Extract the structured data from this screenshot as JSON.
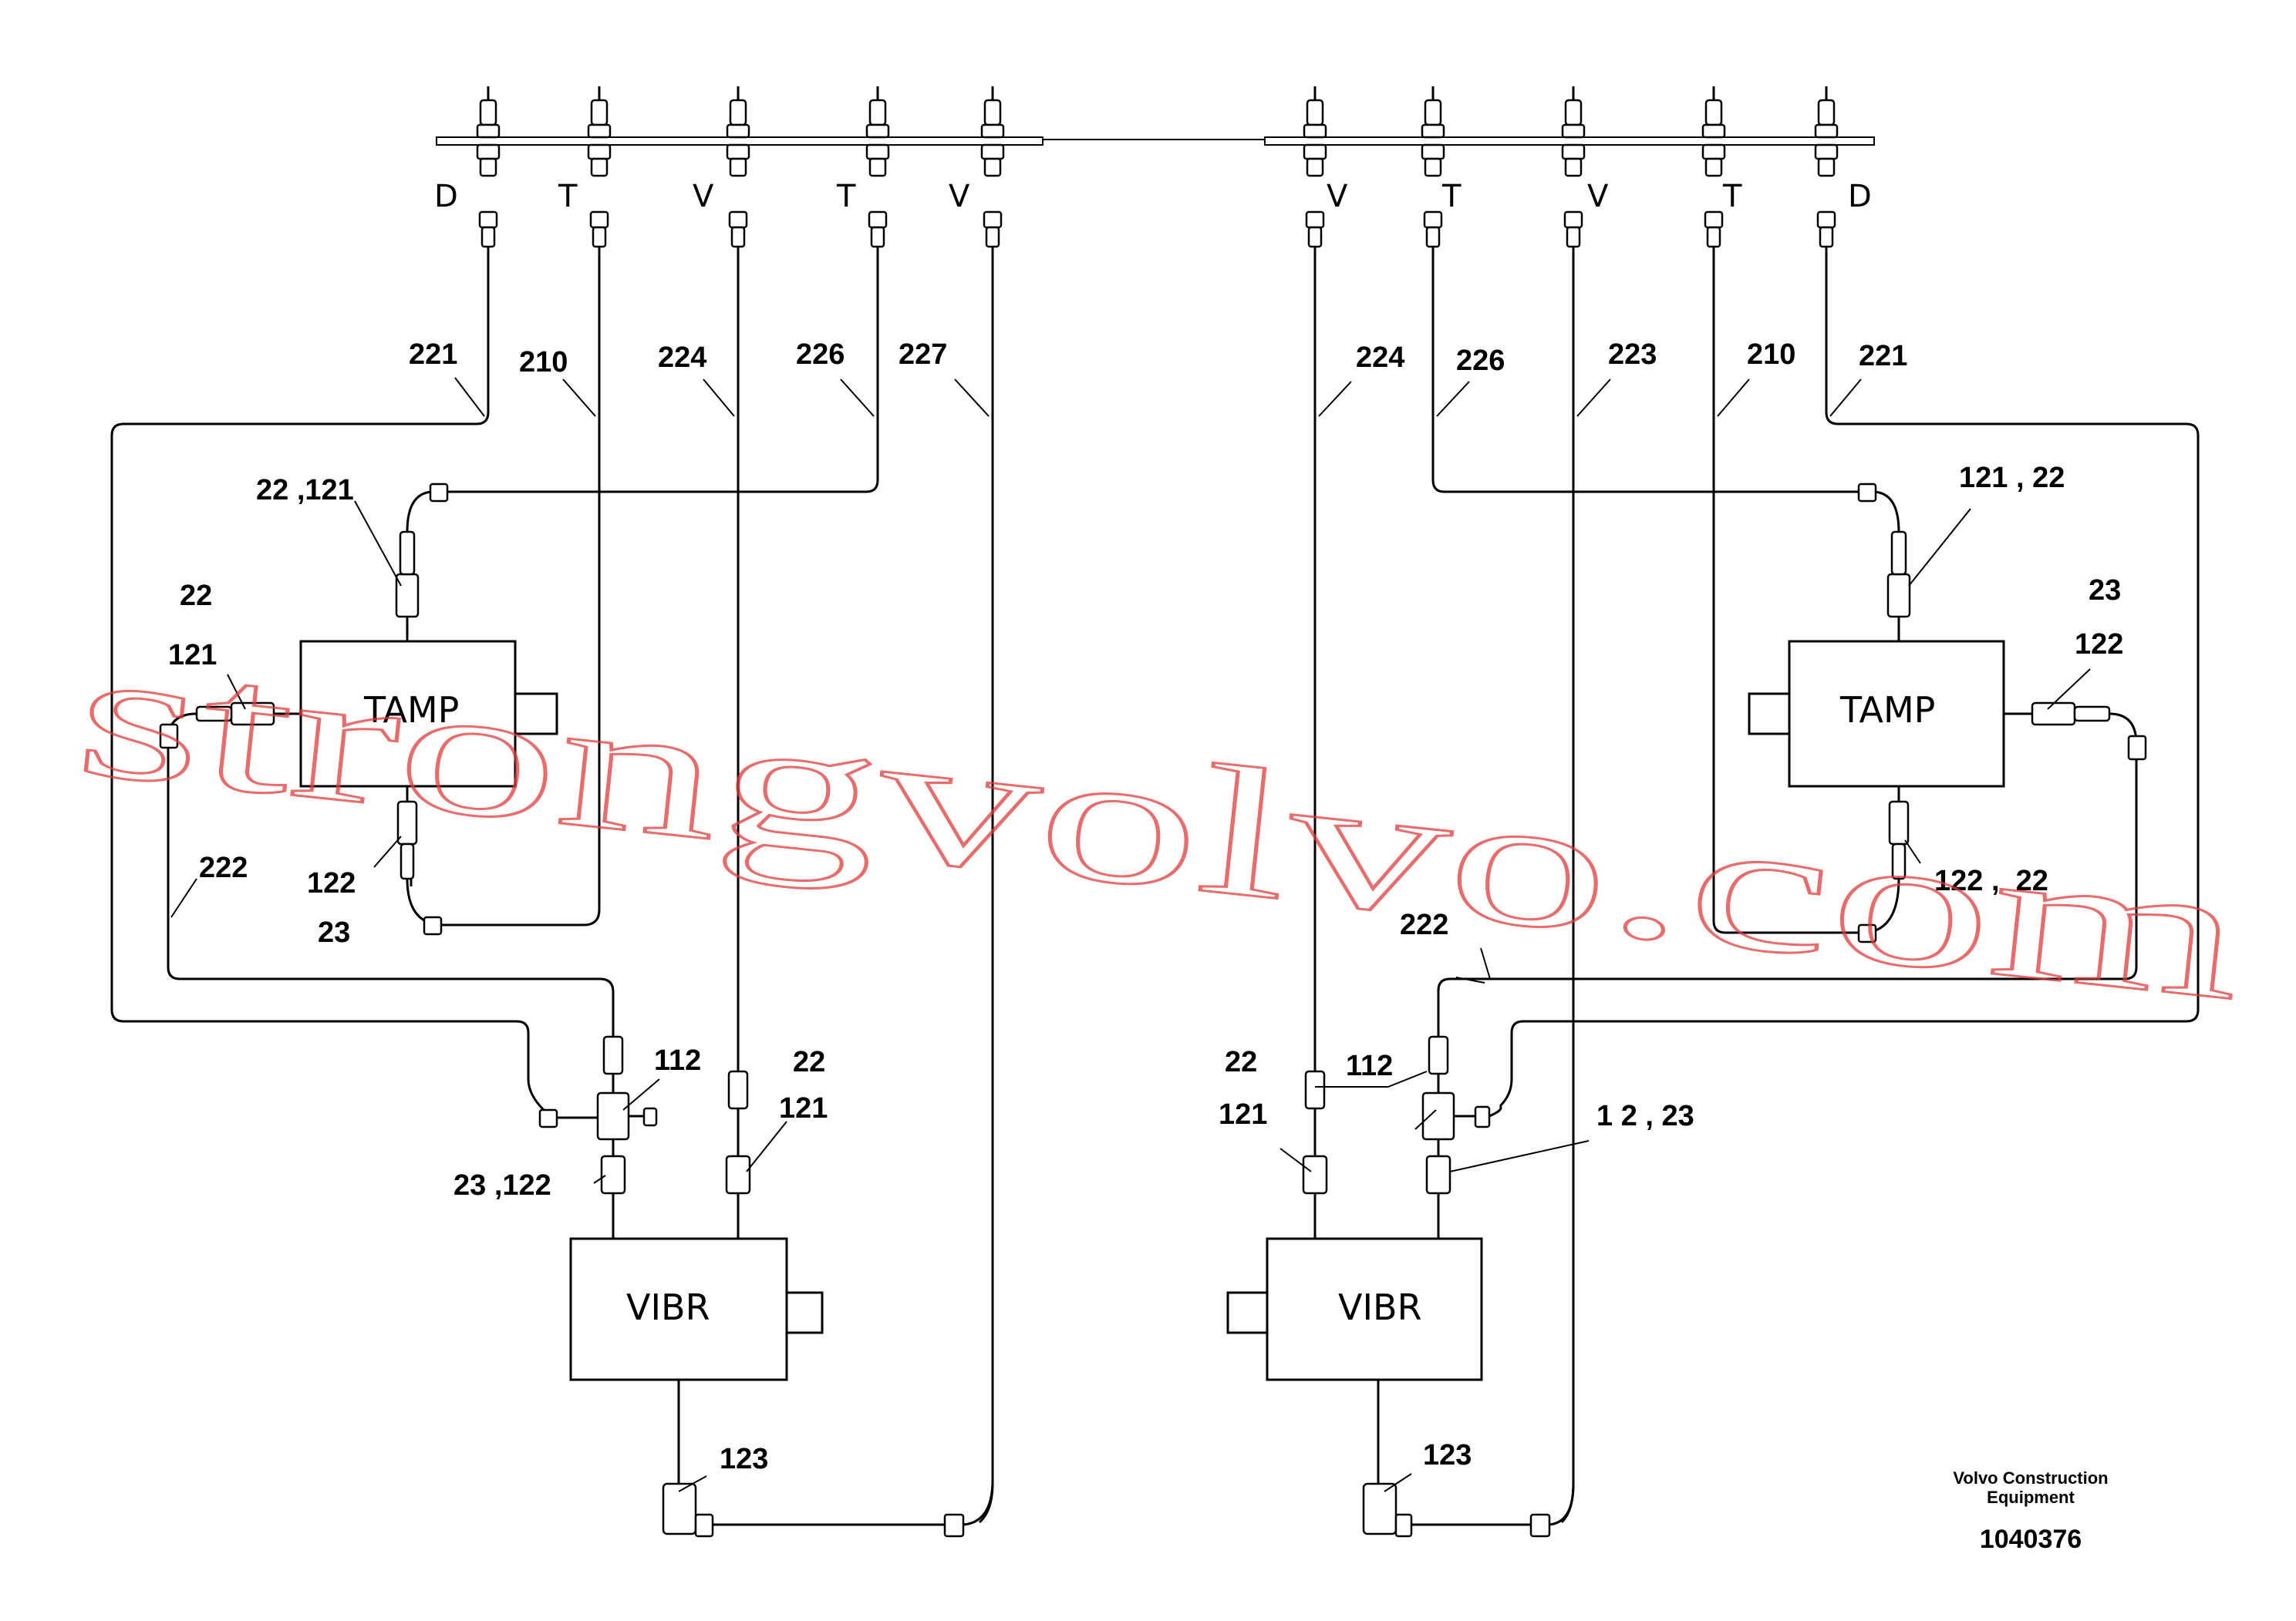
{
  "ports_left": [
    "D",
    "T",
    "V",
    "T",
    "V"
  ],
  "ports_right": [
    "V",
    "T",
    "V",
    "T",
    "D"
  ],
  "hose_labels_top_left": [
    "221",
    "210",
    "224",
    "226",
    "227"
  ],
  "hose_labels_top_right": [
    "224",
    "226",
    "223",
    "210",
    "221"
  ],
  "left": {
    "tamp_label": "TAMP",
    "vibr_label": "VIBR",
    "callouts": {
      "top_fitting": "22 ,121",
      "side_22": "22",
      "side_121": "121",
      "bottom_122": "122",
      "bottom_23": "23",
      "hose_222": "222",
      "tee_112": "112",
      "vibr_22": "22",
      "vibr_121": "121",
      "vibr_23_122": "23 ,122",
      "motor_123": "123"
    }
  },
  "right": {
    "tamp_label": "TAMP",
    "vibr_label": "VIBR",
    "callouts": {
      "top_fitting": "121 , 22",
      "side_23": "23",
      "side_122": "122",
      "bottom_122_22": "122 ,  22",
      "hose_222": "222",
      "vibr_22": "22",
      "tee_112": "112",
      "vibr_121": "121",
      "vibr_112_23": "1 2 , 23",
      "motor_123": "123"
    }
  },
  "credit_line1": "Volvo Construction",
  "credit_line2": "Equipment",
  "doc_number": "1040376",
  "watermark": "strongvolvo.com",
  "colors": {
    "line": "#000000",
    "watermark": "#e23c3c",
    "background": "#ffffff"
  }
}
